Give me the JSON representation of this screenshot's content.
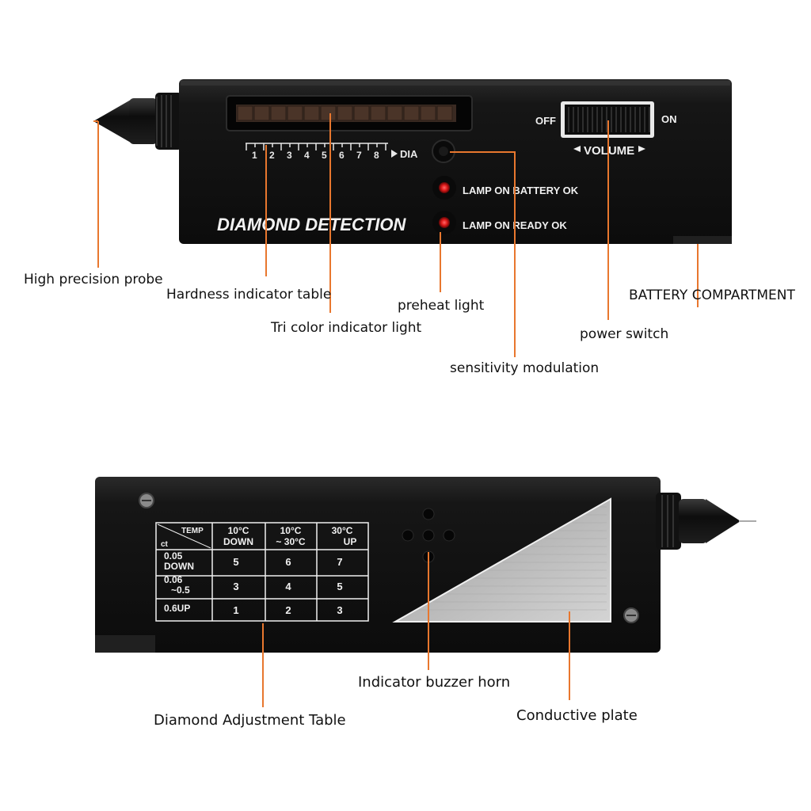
{
  "colors": {
    "accent": "#e8772e",
    "device": "#141414",
    "led": "#e11b1b",
    "plate": "#c9c9c9"
  },
  "front": {
    "brand": "DIAMOND DETECTION",
    "scale_ticks": [
      "1",
      "2",
      "3",
      "4",
      "5",
      "6",
      "7",
      "8"
    ],
    "scale_end": "DIA",
    "switch": {
      "off": "OFF",
      "on": "ON",
      "label": "VOLUME"
    },
    "lamp_battery": "LAMP ON BATTERY OK",
    "lamp_ready": "LAMP ON READY OK"
  },
  "back": {
    "table": {
      "corner_top": "TEMP",
      "corner_bottom": "ct",
      "columns": [
        {
          "top": "10°C",
          "bottom": "DOWN"
        },
        {
          "top": "10°C",
          "bottom": "~ 30°C"
        },
        {
          "top": "30°C",
          "bottom": "UP"
        }
      ],
      "rows": [
        {
          "label_top": "0.05",
          "label_bottom": "DOWN",
          "values": [
            "5",
            "6",
            "7"
          ]
        },
        {
          "label_top": "0.06",
          "label_bottom": "~0.5",
          "values": [
            "3",
            "4",
            "5"
          ]
        },
        {
          "label_top": "0.6UP",
          "label_bottom": "",
          "values": [
            "1",
            "2",
            "3"
          ]
        }
      ]
    }
  },
  "callouts": {
    "probe": "High precision probe",
    "hardness": "Hardness indicator table",
    "tricolor": "Tri color indicator light",
    "preheat": "preheat light",
    "sensitivity": "sensitivity modulation",
    "power": "power switch",
    "battery": "BATTERY COMPARTMENT",
    "adjustment": "Diamond Adjustment Table",
    "buzzer": "Indicator buzzer horn",
    "plate": "Conductive plate"
  }
}
